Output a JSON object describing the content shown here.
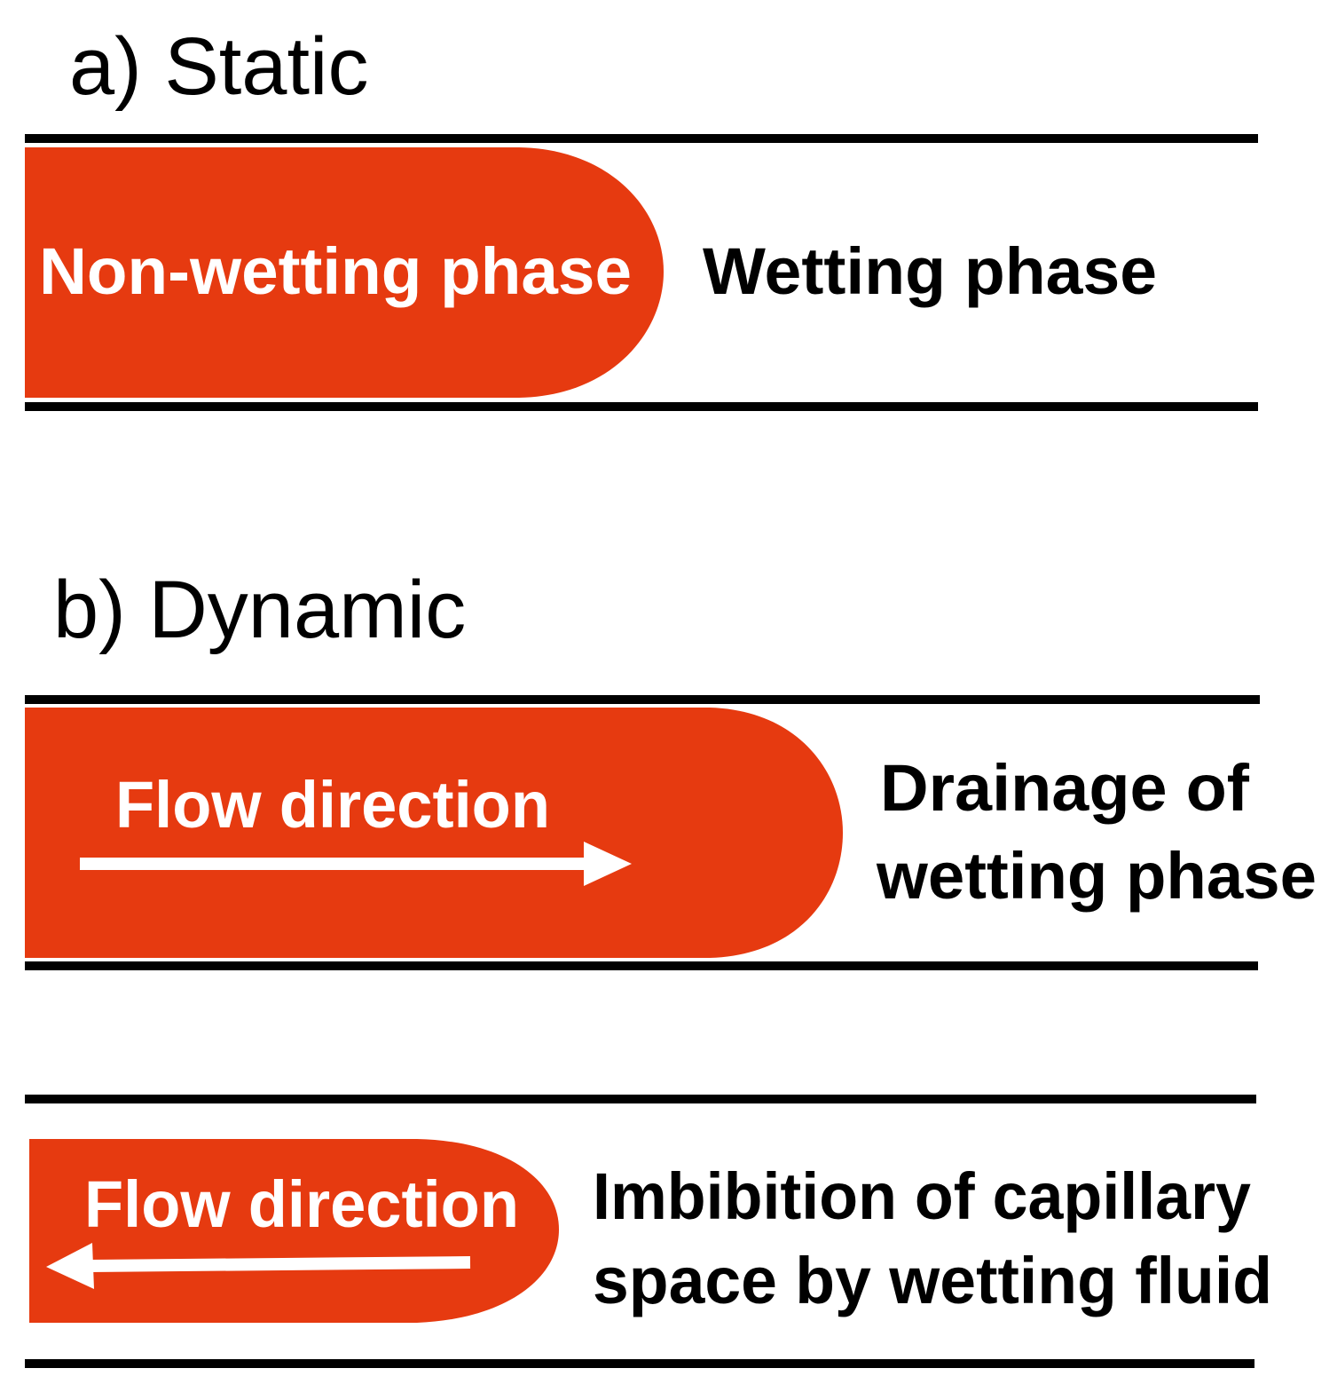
{
  "colors": {
    "non_wetting_phase": "#e63a10",
    "wall": "#000000",
    "label_light": "#ffffff",
    "label_dark": "#000000",
    "background": "#ffffff"
  },
  "panel_a": {
    "heading": "a) Static",
    "non_wetting_label": "Non-wetting phase",
    "wetting_label": "Wetting phase"
  },
  "panel_b": {
    "heading": "b) Dynamic",
    "drainage": {
      "flow_label": "Flow direction",
      "arrow_direction": "right-arrow-icon",
      "caption_line1": "Drainage of",
      "caption_line2": "wetting phase"
    },
    "imbibition": {
      "flow_label": "Flow direction",
      "arrow_direction": "left-arrow-icon",
      "caption_line1": "Imbibition of capillary",
      "caption_line2": "space by wetting fluid"
    }
  }
}
